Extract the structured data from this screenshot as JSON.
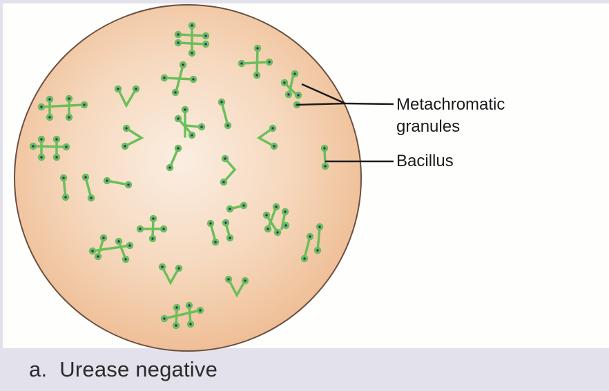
{
  "figure": {
    "caption": {
      "marker": "a.",
      "text": "Urease negative"
    },
    "labels": {
      "metachromatic_line1": "Metachromatic",
      "metachromatic_line2": "granules",
      "bacillus": "Bacillus"
    },
    "colors": {
      "frame": "#e3e2ec",
      "panel": "#fefefd",
      "field_edge": "#efbf97",
      "field_center": "#fbeee2",
      "field_outline": "#6b5040",
      "bacillus_rod": "#6abf5a",
      "granule": "#3a2a8a",
      "leader_line": "#1b1b1b"
    }
  }
}
